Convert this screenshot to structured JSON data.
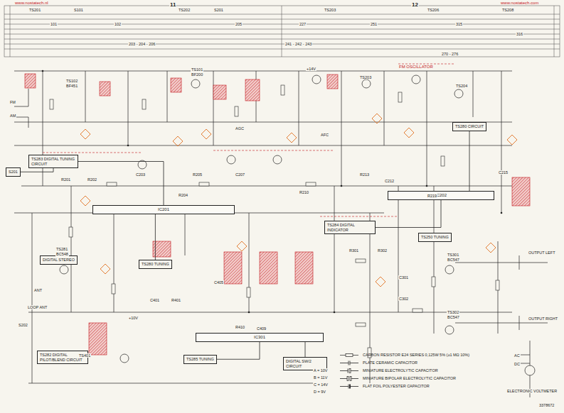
{
  "diagram": {
    "nodes": [
      {
        "text": [
          "TS283 DIGITAL TUNING CIRCUIT"
        ]
      },
      {
        "text": [
          "DIGITAL STEREO"
        ]
      },
      {
        "text": [
          "TS280 TUNING"
        ]
      },
      {
        "text": [
          "TS284 DIGITAL INDICATOR"
        ]
      },
      {
        "text": [
          "TS250 TUNING"
        ]
      },
      {
        "text": [
          "TS282 DIGITAL PILOT/BLEND CIRCUIT"
        ]
      },
      {
        "text": [
          "TS285 TUNING"
        ]
      },
      {
        "text": [
          "DIGITAL SW/2 CIRCUIT"
        ]
      },
      {
        "text": [
          "TS280 CIRCUIT"
        ]
      },
      {
        "text": [
          "S201"
        ]
      },
      {
        "text": [
          "IC201"
        ]
      },
      {
        "text": [
          "IC301"
        ]
      },
      {
        "text": [
          "IC202"
        ]
      }
    ],
    "edges": [
      {
        "from": 9,
        "to": 0,
        "arrow": "none"
      },
      {
        "from": 0,
        "to": 10,
        "arrow": "none"
      },
      {
        "from": 10,
        "to": 2,
        "arrow": "none"
      },
      {
        "from": 3,
        "to": 12,
        "arrow": "none"
      },
      {
        "from": 12,
        "to": 8,
        "arrow": "none"
      },
      {
        "from": 11,
        "to": 7,
        "arrow": "none"
      },
      {
        "from": 6,
        "to": 11,
        "arrow": "none"
      }
    ],
    "labels": [
      "www.nostatech.nl",
      "11",
      "12",
      "www.nostatech.com",
      "TS201",
      "S101",
      "TS202",
      "S201",
      "TS203",
      "TS206",
      "TS208",
      "101",
      "102",
      "205",
      "227",
      "251",
      "315",
      "316",
      "203 - 204 - 206",
      "241 - 242 - 243",
      "270 - 276",
      "FM",
      "AM",
      "TS101",
      "BF200",
      "TS102",
      "BF451",
      "FM OSCILLATOR",
      "TS203",
      "TS204",
      "AFC",
      "AGC",
      "+14V",
      "OUTPUT LEFT",
      "OUTPUT RIGHT",
      "TS301",
      "BC547",
      "TS302",
      "BC547",
      "R301",
      "R302",
      "C301",
      "C302",
      "ANT",
      "LOOP ANT",
      "S202",
      "TS281",
      "BC548",
      "R201",
      "R202",
      "C203",
      "R204",
      "R205",
      "C207",
      "R210",
      "R213",
      "C212",
      "R219",
      "C215",
      "C401",
      "R401",
      "C405",
      "R410",
      "C409",
      "TS401",
      "+10V",
      "A = 10V",
      "B = 11V",
      "C = 14V",
      "D = 9V",
      "AC",
      "DC",
      "ELECTRONIC VOLTMETER",
      "3378672"
    ],
    "legend": [
      {
        "text": "CARBON RESISTOR E24 SERIES 0,125W 5% (≥1 MΩ 10%)"
      },
      {
        "text": "PLATE CERAMIC CAPACITOR"
      },
      {
        "text": "MINIATURE ELECTROLYTIC CAPACITOR"
      },
      {
        "text": "MINIATURE BIPOLAR ELECTROLYTIC CAPACITOR"
      },
      {
        "text": "FLAT FOIL POLYESTER CAPACITOR"
      }
    ]
  }
}
